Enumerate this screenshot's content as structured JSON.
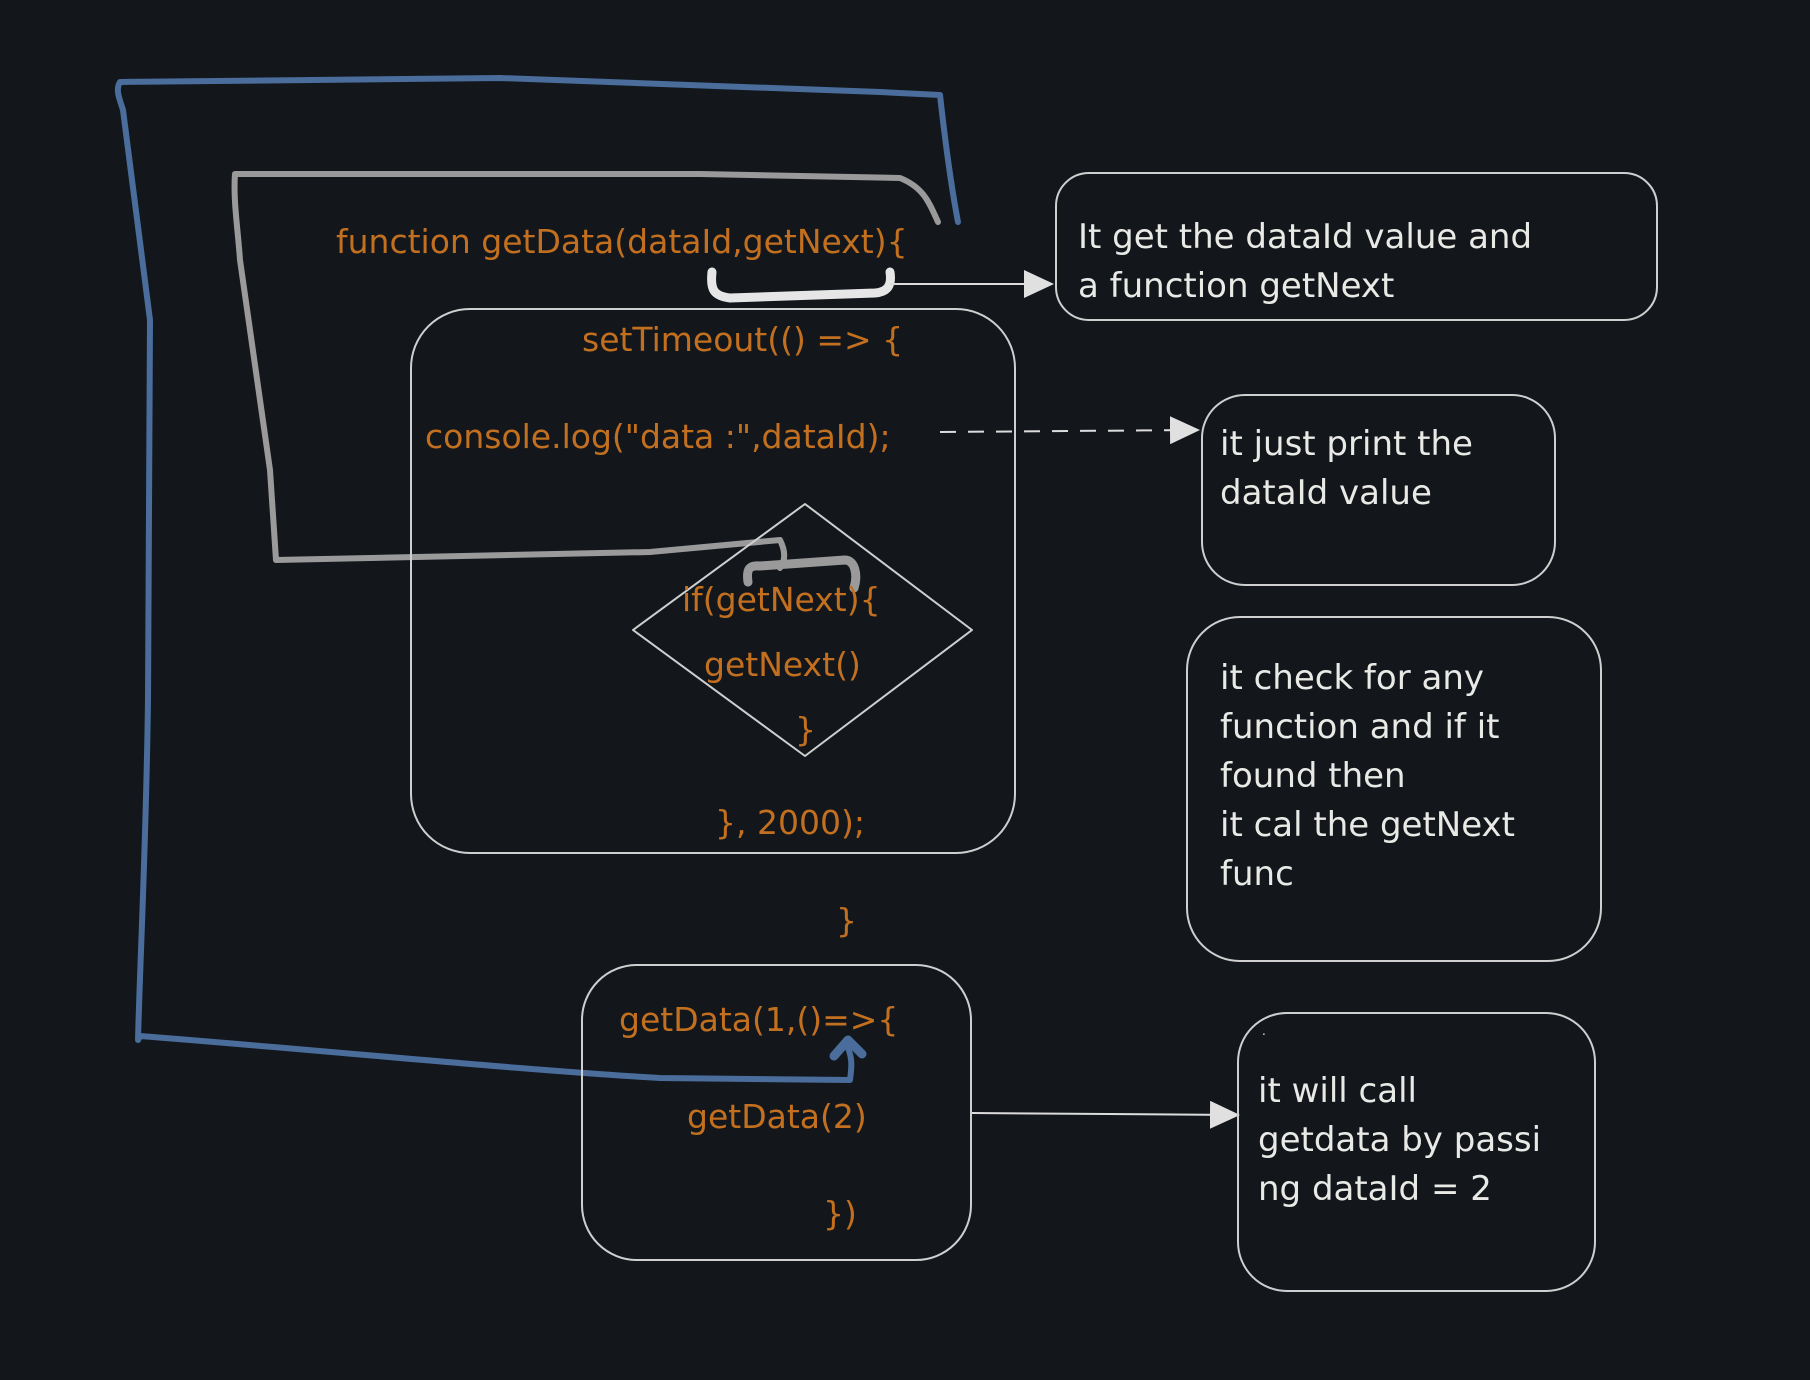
{
  "code": {
    "function_header": "function getData(dataId,getNext){",
    "set_timeout": "setTimeout(() => {",
    "console_log": "console.log(\"data :\",dataId);",
    "if_line": "if(getNext){",
    "call_next": "getNext()",
    "if_close": "}",
    "timeout_close": "}, 2000);",
    "function_close": "}",
    "call_line1": "getData(1,()=>{",
    "call_line2": "getData(2)",
    "call_line3": "})"
  },
  "notes": {
    "params": "It get the dataId value and\na function getNext",
    "print": "it just print the\ndataId value",
    "check": "it check for any\nfunction and if it\nfound then\nit cal the getNext\nfunc",
    "call": "it will call\ngetdata by passi\nng dataId = 2",
    "call_dot": "."
  },
  "colors": {
    "background": "#13171c",
    "code": "#c2701f",
    "note_text": "#e9e9e6",
    "box_stroke": "#cfcfcf",
    "loop_blue": "#4a6d9c",
    "loop_gray": "#9a9a9a"
  }
}
